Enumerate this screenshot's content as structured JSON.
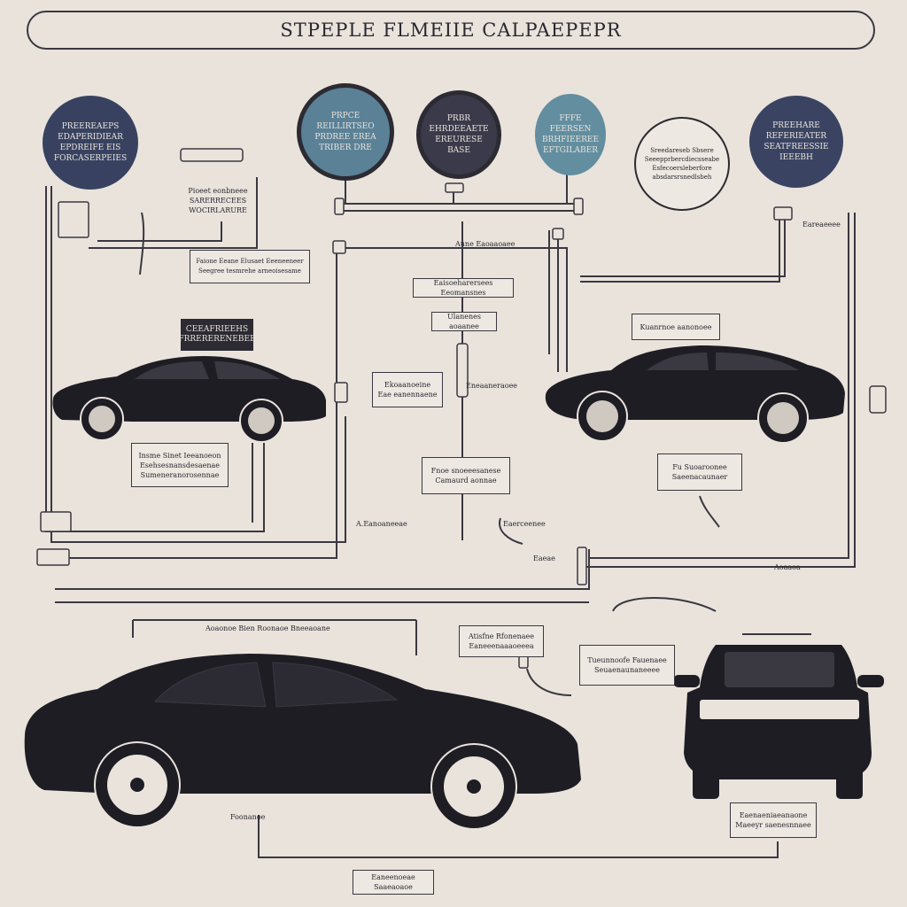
{
  "title": "STPEPLE FLMEIIE CALPAEPEPR",
  "circles": [
    {
      "id": "c1",
      "text": "PREEREAEPS\nEDAPERIDIEAR\nEPDREIFE EIS\nFORCASERPEIES",
      "fill": "#384260"
    },
    {
      "id": "c2",
      "text": "PRPCE\nREILLIRTSEO\nPRDREE EREA\nTRIBER DRE",
      "fill": "#5a8196"
    },
    {
      "id": "c3",
      "text": "PRBR\nEHRDEEAETE\nEREURESE\nBASE",
      "fill": "#3b3a4a"
    },
    {
      "id": "c4",
      "text": "FFFE\nFEERSEN\nBRHFIEEREE\nEFTGILABER",
      "fill": "#628ea0"
    },
    {
      "id": "c5",
      "text": "Sreedareseb Sbsere\nSeeepprbercdiecsseabe\nEsfecoersleberfore\nabsdarsrsnedlsbeh",
      "fill": "#ede8e1"
    },
    {
      "id": "c6",
      "text": "PREEHARE\nREFERIEATER\nSEATFREESSIE\nIEEEBH",
      "fill": "#3a4462"
    }
  ],
  "boxes": [
    {
      "id": "b1",
      "text": "Pioeet eonbneee\nSARERRECEES\nWOCIRLARURE",
      "dark": false
    },
    {
      "id": "b2",
      "text": "Faione Eeane Elusaet Eeeneeneer\nSeegree tesmrehe arneoisesame",
      "dark": false
    },
    {
      "id": "b3",
      "text": "CEEAFRIEEHS\nFRRERERENEBEE",
      "dark": true
    },
    {
      "id": "b4",
      "text": "Eaisoeharersees Eeomansnes",
      "dark": false
    },
    {
      "id": "b5",
      "text": "Ulanenes aoaanee",
      "dark": false
    },
    {
      "id": "b6",
      "text": "Kuanrnoe aanonoee",
      "dark": false
    },
    {
      "id": "b7",
      "text": "Ekoaanoeine\nEae eanennaene",
      "dark": false
    },
    {
      "id": "b8",
      "text": "Insme Sinet Ieeanoeon\nEsehsesnansdesaenae\nSumeneranorosennae",
      "dark": false
    },
    {
      "id": "b9",
      "text": "Fnoe snoeeesanese\nCamaurd aonnae",
      "dark": false
    },
    {
      "id": "b10",
      "text": "Fu Suoaroonee\nSaeenacaunaer",
      "dark": false
    },
    {
      "id": "b11",
      "text": "Atisfne Rfonenaee\nEaneeenaaaoeeea",
      "dark": false
    },
    {
      "id": "b12",
      "text": "Tueunnoofe Fauenaee\nSeuaenaunaneeee",
      "dark": false
    },
    {
      "id": "b13",
      "text": "Eaenaeniaeanaone\nMaeeyr saenesnnaee",
      "dark": false
    },
    {
      "id": "b14",
      "text": "Eaneenoeae\nSaaeaoaoe",
      "dark": false
    }
  ],
  "labels": {
    "l1": "Eareaeeee",
    "l2": "Aune Eaoaaoaee",
    "l3": "Eaerceenee",
    "l4": "A.Eanoaneeae",
    "l5": "Eneaaneraoee",
    "l6": "Eaeae",
    "l7": "Aoaaoa",
    "l8": "Aoaonoe Bien Roonaoe Bneeaoane",
    "l9": "Foonanoe"
  },
  "colors": {
    "background": "#e9e3dc",
    "ink": "#2c2a32",
    "car": "#1f1d24",
    "line": "#3a3840"
  }
}
